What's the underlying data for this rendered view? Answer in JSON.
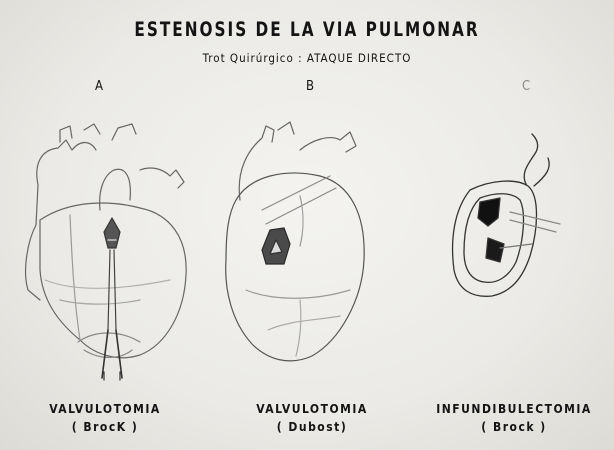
{
  "title": "ESTENOSIS DE LA VIA PULMONAR",
  "subtitle": "Trot Quirúrgico : ATAQUE DIRECTO",
  "panels": [
    {
      "letter": "A",
      "caption_line1": "VALVULOTOMIA",
      "caption_line2": "( BrocK )"
    },
    {
      "letter": "B",
      "caption_line1": "VALVULOTOMIA",
      "caption_line2": "( Dubost)"
    },
    {
      "letter": "C",
      "caption_line1": "INFUNDIBULECTOMIA",
      "caption_line2": "( Brock )"
    }
  ]
}
